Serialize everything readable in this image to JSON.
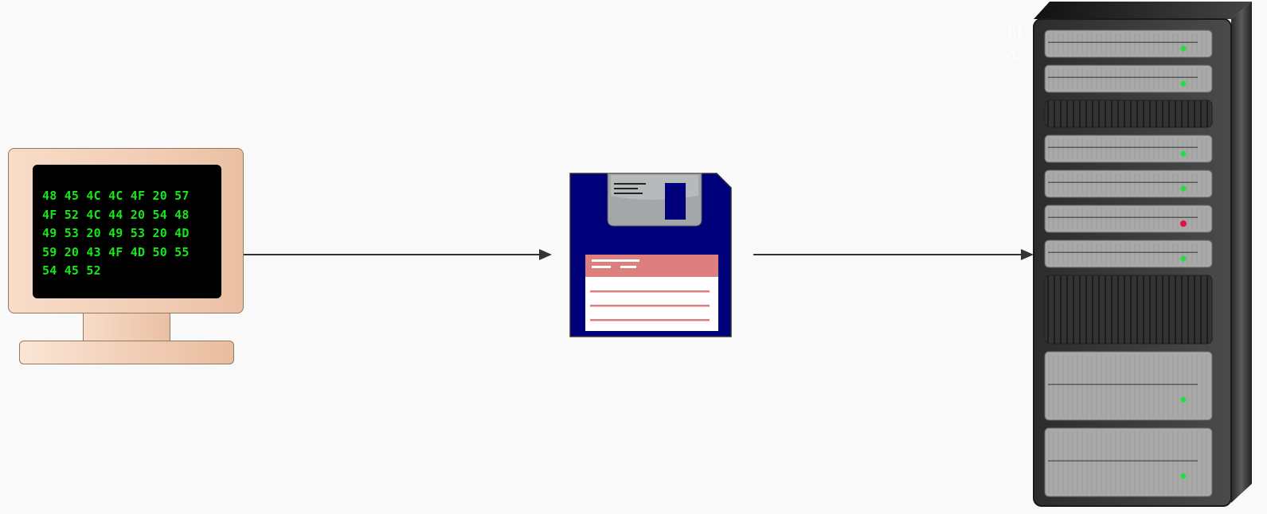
{
  "diagram": {
    "nodes": [
      {
        "id": "monitor",
        "icon": "crt-monitor-icon"
      },
      {
        "id": "floppy",
        "icon": "floppy-disk-icon"
      },
      {
        "id": "server-rack",
        "icon": "server-rack-icon"
      }
    ],
    "edges": [
      {
        "from": "monitor",
        "to": "floppy",
        "style": "arrow"
      },
      {
        "from": "floppy",
        "to": "server-rack",
        "style": "arrow"
      }
    ]
  },
  "monitor_screen": {
    "lines": [
      "48 45 4C 4C 4F 20 57",
      "4F 52 4C 44 20 54 48",
      "49 53 20 49 53 20 4D",
      "59 20 43 4F 4D 50 55",
      "54 45 52"
    ]
  },
  "watermark": {
    "line1": "ht",
    "line2": "di"
  },
  "colors": {
    "background": "#f9f9f9",
    "screen_text": "#19e619",
    "floppy_body": "#00007a",
    "floppy_label_header": "#de7f7f",
    "connector": "#333333",
    "led_green": "#22dd44",
    "led_red": "#dd1144"
  },
  "server_rack": {
    "units": [
      {
        "kind": "drive",
        "led": "green"
      },
      {
        "kind": "drive",
        "led": "green"
      },
      {
        "kind": "vent"
      },
      {
        "kind": "drive",
        "led": "green"
      },
      {
        "kind": "drive",
        "led": "green"
      },
      {
        "kind": "drive",
        "led": "red"
      },
      {
        "kind": "drive",
        "led": "green"
      },
      {
        "kind": "vent-large"
      },
      {
        "kind": "drive-large",
        "led": "green"
      },
      {
        "kind": "drive-large",
        "led": "green"
      }
    ]
  }
}
